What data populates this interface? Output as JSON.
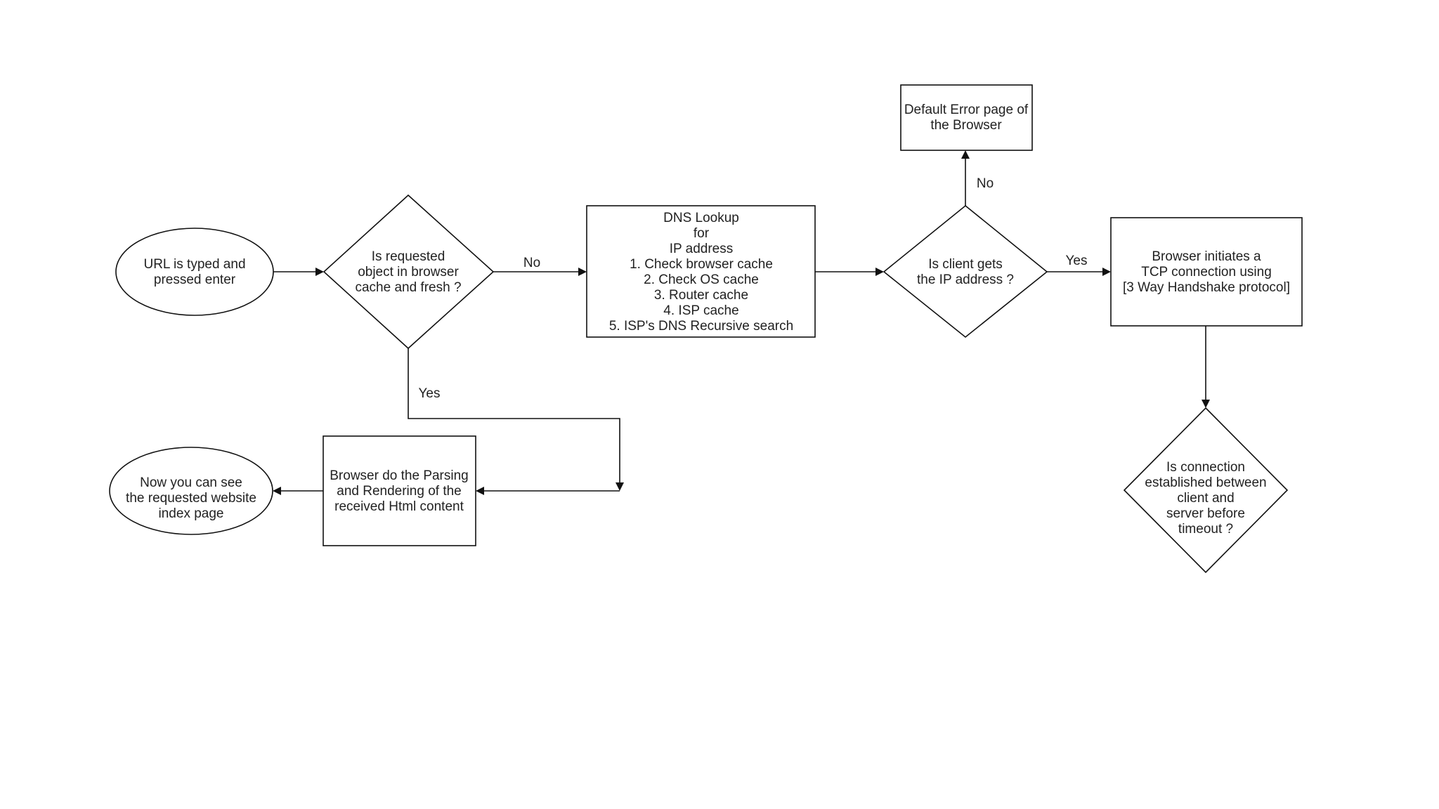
{
  "nodes": {
    "start": {
      "lines": [
        "URL is typed and",
        "pressed enter"
      ]
    },
    "cache_check": {
      "lines": [
        "Is requested",
        "object in browser",
        "cache and fresh ?"
      ]
    },
    "dns_lookup": {
      "lines": [
        "DNS Lookup",
        "for",
        "IP address",
        "1. Check browser cache",
        "2. Check OS cache",
        "3. Router cache",
        "4. ISP cache",
        "5. ISP's DNS Recursive search"
      ]
    },
    "ip_check": {
      "lines": [
        "Is client gets",
        "the IP address ?"
      ]
    },
    "error_page": {
      "lines": [
        "Default Error page of",
        "the Browser"
      ]
    },
    "tcp_connect": {
      "lines": [
        "Browser initiates a",
        "TCP connection using",
        "[3 Way Handshake protocol]"
      ]
    },
    "conn_check": {
      "lines": [
        "Is connection",
        "established between",
        "client and",
        "server before",
        "timeout ?"
      ]
    },
    "render": {
      "lines": [
        "Browser do the Parsing",
        "and Rendering of the",
        "received Html content"
      ]
    },
    "end": {
      "lines": [
        "Now you can see",
        "the requested website",
        "index page"
      ]
    }
  },
  "edge_labels": {
    "cache_no": "No",
    "cache_yes": "Yes",
    "ip_no": "No",
    "ip_yes": "Yes"
  },
  "colors": {
    "stroke": "#111111",
    "fill": "#ffffff",
    "text": "#222222"
  }
}
